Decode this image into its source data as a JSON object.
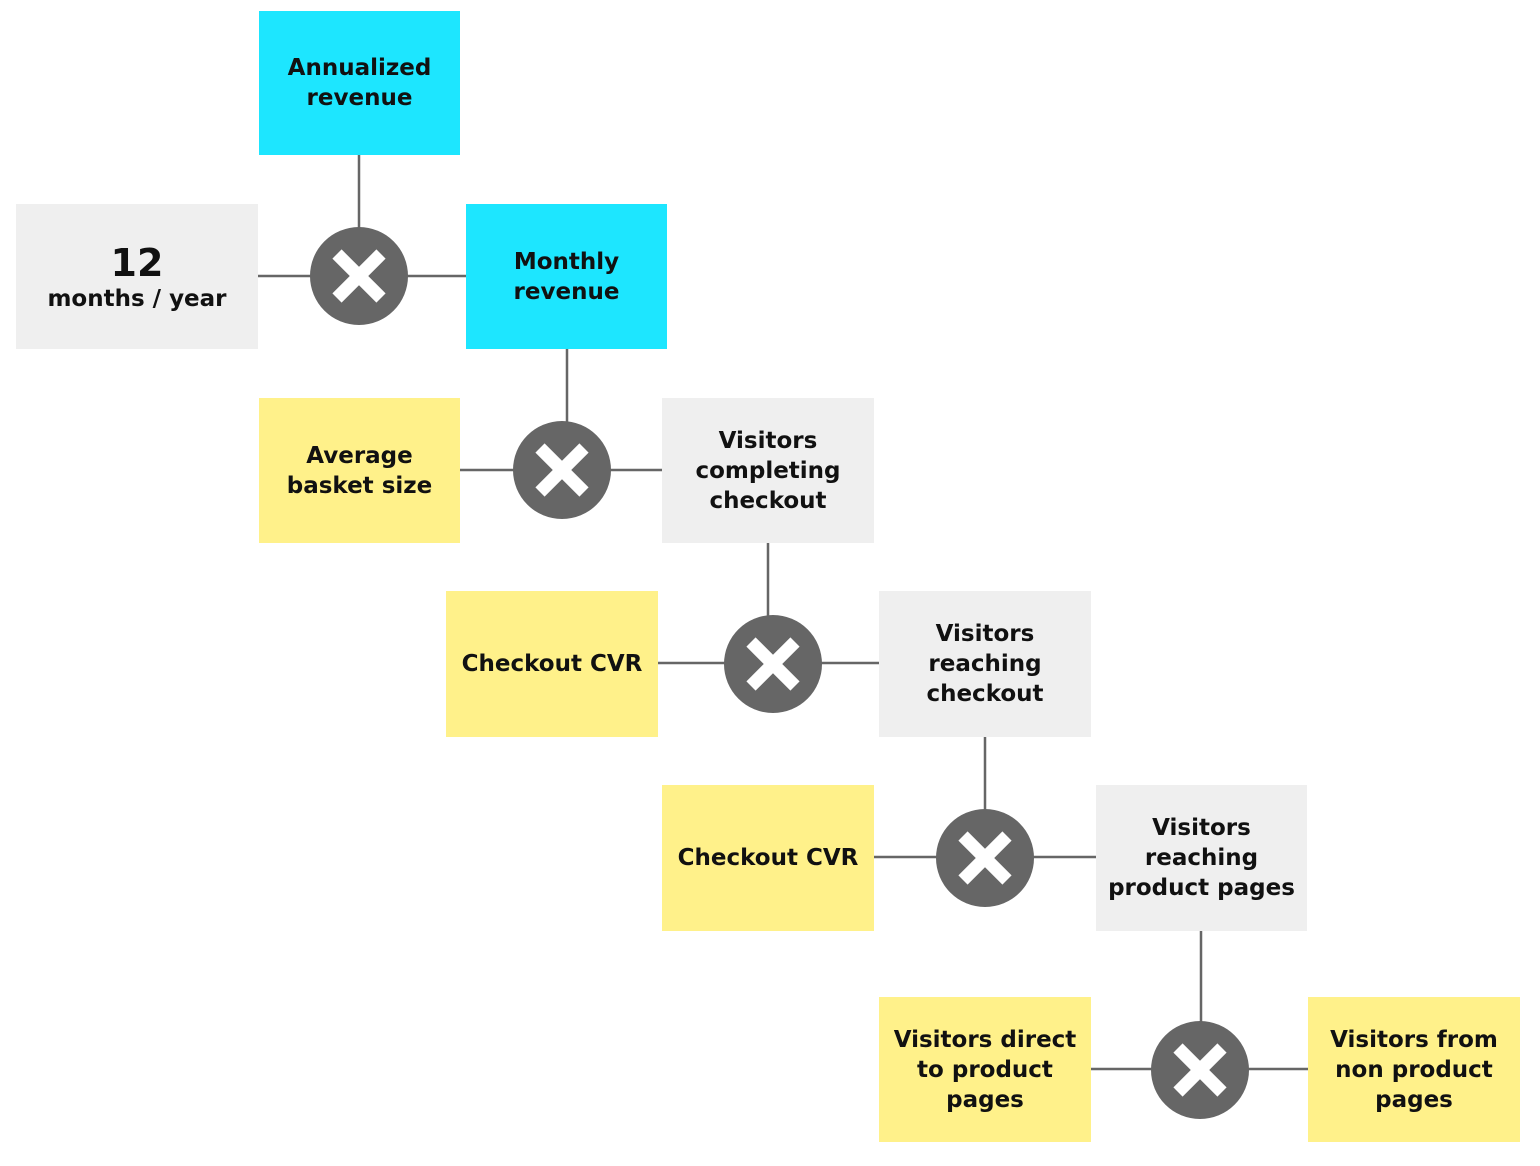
{
  "colors": {
    "cyan": "#1de6ff",
    "yellow": "#fff18a",
    "gray": "#efefef",
    "operator": "#666666",
    "connector": "#666666",
    "operator_mark": "#ffffff"
  },
  "nodes": {
    "annualized_revenue": {
      "label": "Annualized revenue",
      "color": "cyan"
    },
    "months_per_year": {
      "value": "12",
      "label": "months / year",
      "color": "gray"
    },
    "monthly_revenue": {
      "label": "Monthly revenue",
      "color": "cyan"
    },
    "average_basket_size": {
      "label": "Average basket size",
      "color": "yellow"
    },
    "visitors_completing_checkout": {
      "label": "Visitors completing checkout",
      "color": "gray"
    },
    "checkout_cvr_1": {
      "label": "Checkout CVR",
      "color": "yellow"
    },
    "visitors_reaching_checkout": {
      "label": "Visitors reaching checkout",
      "color": "gray"
    },
    "checkout_cvr_2": {
      "label": "Checkout CVR",
      "color": "yellow"
    },
    "visitors_reaching_product_pages": {
      "label": "Visitors reaching product pages",
      "color": "gray"
    },
    "visitors_direct_to_product_pages": {
      "label": "Visitors direct to product pages",
      "color": "yellow"
    },
    "visitors_from_non_product_pages": {
      "label": "Visitors from non product pages",
      "color": "yellow"
    }
  },
  "operators": [
    {
      "symbol": "multiply-icon",
      "result": "annualized_revenue",
      "inputs": [
        "months_per_year",
        "monthly_revenue"
      ]
    },
    {
      "symbol": "multiply-icon",
      "result": "monthly_revenue",
      "inputs": [
        "average_basket_size",
        "visitors_completing_checkout"
      ]
    },
    {
      "symbol": "multiply-icon",
      "result": "visitors_completing_checkout",
      "inputs": [
        "checkout_cvr_1",
        "visitors_reaching_checkout"
      ]
    },
    {
      "symbol": "multiply-icon",
      "result": "visitors_reaching_checkout",
      "inputs": [
        "checkout_cvr_2",
        "visitors_reaching_product_pages"
      ]
    },
    {
      "symbol": "multiply-icon",
      "result": "visitors_reaching_product_pages",
      "inputs": [
        "visitors_direct_to_product_pages",
        "visitors_from_non_product_pages"
      ]
    }
  ]
}
